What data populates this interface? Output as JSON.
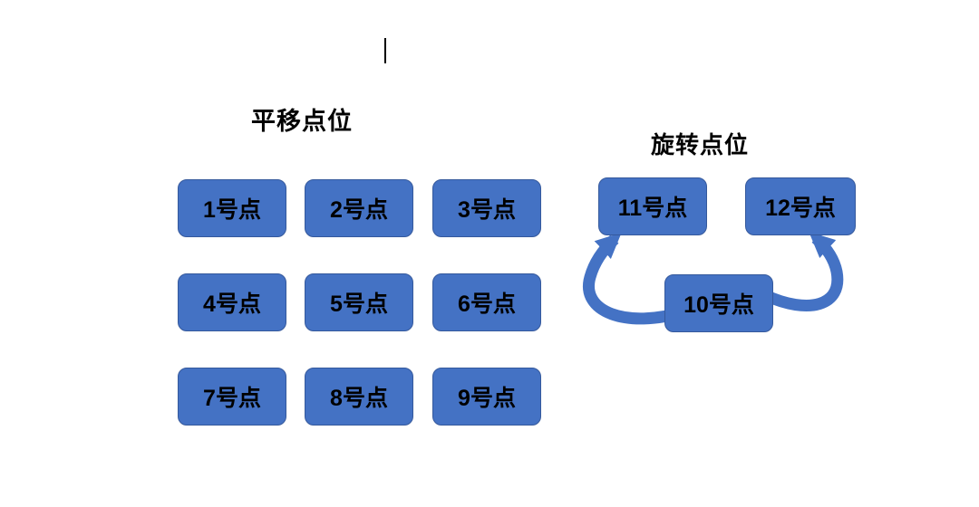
{
  "colors": {
    "background": "#ffffff",
    "box_fill": "#4472c4",
    "box_border": "#35599c",
    "box_text": "#000000",
    "title_text": "#000000",
    "arrow": "#4472c4"
  },
  "translation": {
    "title": "平移点位",
    "points": [
      "1号点",
      "2号点",
      "3号点",
      "4号点",
      "5号点",
      "6号点",
      "7号点",
      "8号点",
      "9号点"
    ]
  },
  "rotation": {
    "title": "旋转点位",
    "points": [
      "11号点",
      "12号点",
      "10号点"
    ]
  }
}
